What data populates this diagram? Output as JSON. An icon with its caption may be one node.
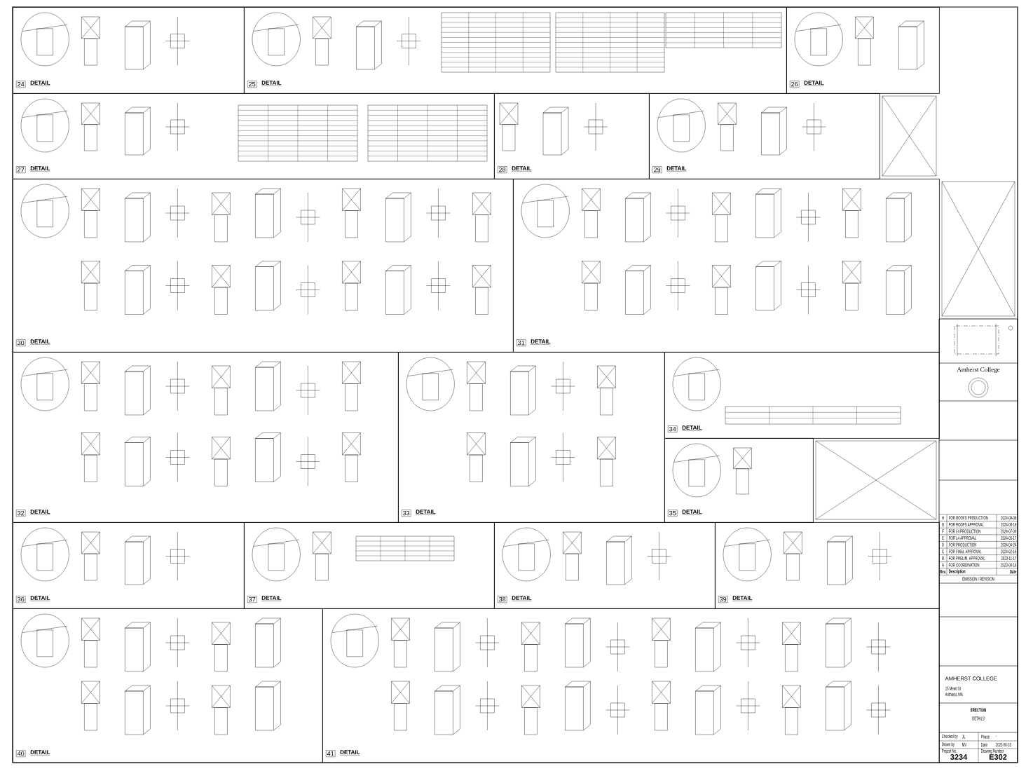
{
  "diagram": {
    "nodes": [
      {
        "text": [
          "24",
          "DETAIL"
        ]
      },
      {
        "text": [
          "25",
          "DETAIL"
        ]
      },
      {
        "text": [
          "26",
          "DETAIL"
        ]
      },
      {
        "text": [
          "27",
          "DETAIL"
        ]
      },
      {
        "text": [
          "28",
          "DETAIL"
        ]
      },
      {
        "text": [
          "29",
          "DETAIL"
        ]
      },
      {
        "text": [
          "30",
          "DETAIL"
        ]
      },
      {
        "text": [
          "31",
          "DETAIL"
        ]
      },
      {
        "text": [
          "32",
          "DETAIL"
        ]
      },
      {
        "text": [
          "33",
          "DETAIL"
        ]
      },
      {
        "text": [
          "34",
          "DETAIL"
        ]
      },
      {
        "text": [
          "35",
          "DETAIL"
        ]
      },
      {
        "text": [
          "36",
          "DETAIL"
        ]
      },
      {
        "text": [
          "37",
          "DETAIL"
        ]
      },
      {
        "text": [
          "38",
          "DETAIL"
        ]
      },
      {
        "text": [
          "39",
          "DETAIL"
        ]
      },
      {
        "text": [
          "40",
          "DETAIL"
        ]
      },
      {
        "text": [
          "41",
          "DETAIL"
        ]
      }
    ],
    "labels": [
      "Amherst College",
      "H",
      "FOR ROOFS PRODUCTION",
      "2024-09-06",
      "G",
      "FOR ROOFS APPROVAL",
      "2024-08-16",
      "F",
      "FOR L4 PRODUCTION",
      "2024-07-08",
      "E",
      "FOR L4 APPROVAL",
      "2024-05-17",
      "D",
      "FOR PRODUCTION",
      "2024-04-24",
      "C",
      "FOR FINAL APPROVAL",
      "2024-02-16",
      "B",
      "FOR PRELIM. APPROVAL",
      "2023-11-17",
      "A",
      "FOR COORDINATION",
      "2023-06-16",
      "Rev.",
      "Description",
      "Date",
      "EMISSION / REVISION",
      "AMHERST COLLEGE",
      "15 Mead St",
      "Amherst, MA",
      "ERECTION",
      "DETAILS",
      "Checked by",
      "JL",
      "Phase",
      "-",
      "Drawn by",
      "MV",
      "Date",
      "2023-06-18",
      "Project No.",
      "3234",
      "Drawing Number",
      "E302"
    ]
  }
}
